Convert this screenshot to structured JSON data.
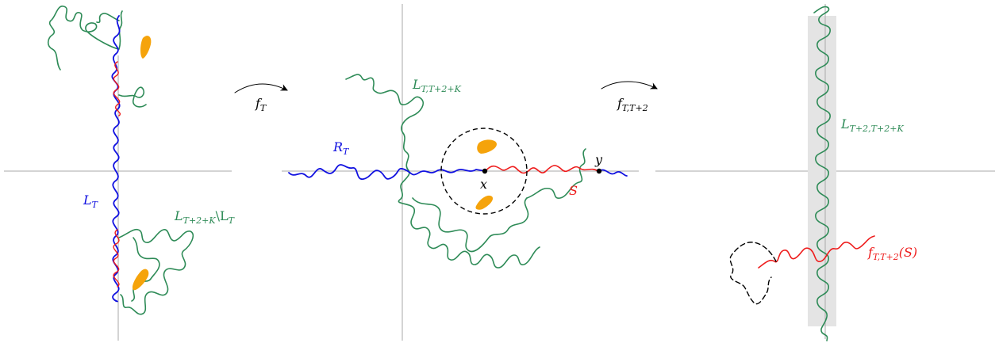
{
  "colors": {
    "blue": "#1010e0",
    "red": "#ee1c1c",
    "green": "#2e8b57",
    "orange": "#f5a30b",
    "axis": "#aaaaaa",
    "black": "#000000",
    "band": "#e4e4e4"
  },
  "panel1": {
    "label_LT_main": "L",
    "label_LT_sub": "T",
    "label_diff_main": "L",
    "label_diff_sub": "T+2+K",
    "label_diff_rest": "\\L",
    "label_diff_rest_sub": "T"
  },
  "arrow1": {
    "label_main": "f",
    "label_sub": "T"
  },
  "panel2": {
    "label_L_main": "L",
    "label_L_sub": "T,T+2+K",
    "label_R_main": "R",
    "label_R_sub": "T",
    "label_x": "x",
    "label_y": "y",
    "label_S": "S"
  },
  "arrow2": {
    "label_main": "f",
    "label_sub": "T,T+2"
  },
  "panel3": {
    "label_L_main": "L",
    "label_L_sub": "T+2,T+2+K",
    "label_f_main": "f",
    "label_f_sub": "T,T+2",
    "label_f_arg": "(S)"
  }
}
